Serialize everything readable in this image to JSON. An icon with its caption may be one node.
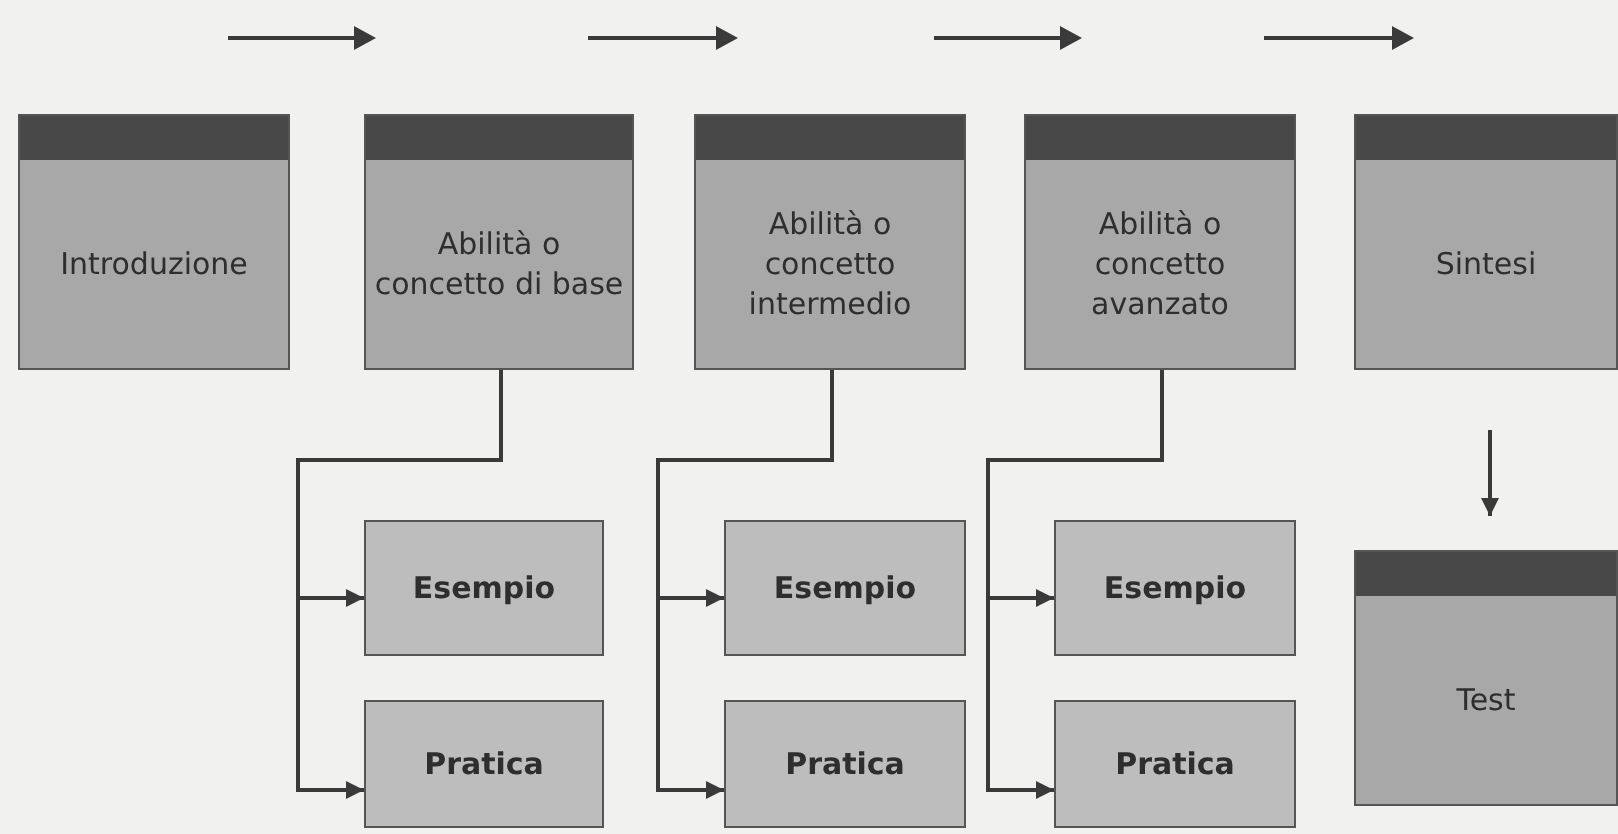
{
  "diagram": {
    "nodes": [
      {
        "text": [
          "Introduzione"
        ]
      },
      {
        "text": [
          "Abilità o concetto di base"
        ]
      },
      {
        "text": [
          "Abilità o concetto intermedio"
        ]
      },
      {
        "text": [
          "Abilità o concetto avanzato"
        ]
      },
      {
        "text": [
          "Sintesi"
        ]
      },
      {
        "text": [
          "Esempio"
        ]
      },
      {
        "text": [
          "Pratica"
        ]
      },
      {
        "text": [
          "Esempio"
        ]
      },
      {
        "text": [
          "Pratica"
        ]
      },
      {
        "text": [
          "Esempio"
        ]
      },
      {
        "text": [
          "Pratica"
        ]
      },
      {
        "text": [
          "Test"
        ]
      }
    ],
    "edges": [
      {
        "from": 1,
        "to": 5,
        "arrow": "to"
      },
      {
        "from": 1,
        "to": 6,
        "arrow": "to"
      },
      {
        "from": 2,
        "to": 7,
        "arrow": "to"
      },
      {
        "from": 2,
        "to": 8,
        "arrow": "to"
      },
      {
        "from": 3,
        "to": 9,
        "arrow": "to"
      },
      {
        "from": 3,
        "to": 10,
        "arrow": "to"
      },
      {
        "from": 4,
        "to": 11,
        "arrow": "to"
      }
    ]
  }
}
